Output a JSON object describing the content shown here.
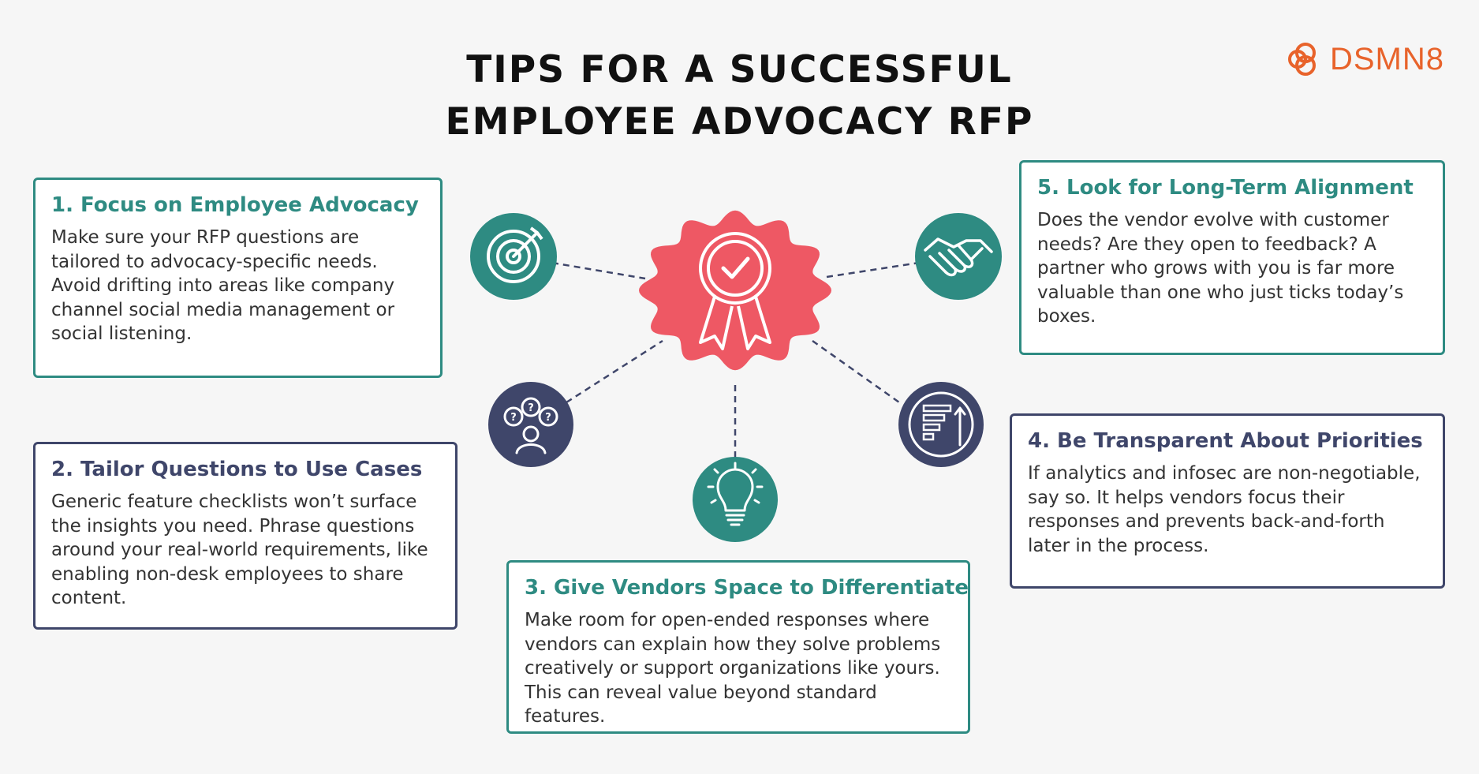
{
  "title": {
    "line1": "TIPS FOR A SUCCESSFUL",
    "line2": "EMPLOYEE ADVOCACY RFP"
  },
  "brand": {
    "name": "DSMN8",
    "color": "#e8632b"
  },
  "colors": {
    "teal": "#2e8b82",
    "navy": "#3f466a",
    "badge": "#ee5864",
    "background": "#f6f6f6"
  },
  "tips": [
    {
      "heading": "1. Focus on Employee Advocacy",
      "body": "Make sure your RFP questions are tailored to advocacy-specific needs. Avoid drifting into areas like company channel social media management or social listening.",
      "icon": "target-icon"
    },
    {
      "heading": "2. Tailor Questions to Use Cases",
      "body": "Generic feature checklists won’t surface the insights you need. Phrase questions around your real-world requirements, like enabling non-desk employees to share content.",
      "icon": "person-questions-icon"
    },
    {
      "heading": "3. Give Vendors Space to Differentiate",
      "body": "Make room for open-ended responses where vendors can explain how they solve problems creatively or support organizations like yours. This can reveal value beyond standard features.",
      "icon": "lightbulb-icon"
    },
    {
      "heading": "4. Be Transparent About Priorities",
      "body": "If analytics and infosec are non-negotiable, say so. It helps vendors focus their responses and prevents back-and-forth later in the process.",
      "icon": "priority-list-icon"
    },
    {
      "heading": "5. Look for Long-Term Alignment",
      "body": "Does the vendor evolve with customer needs? Are they open to feedback? A partner who grows with you is far more valuable than one who just ticks today’s boxes.",
      "icon": "handshake-icon"
    }
  ],
  "center_icon": "award-badge-icon"
}
